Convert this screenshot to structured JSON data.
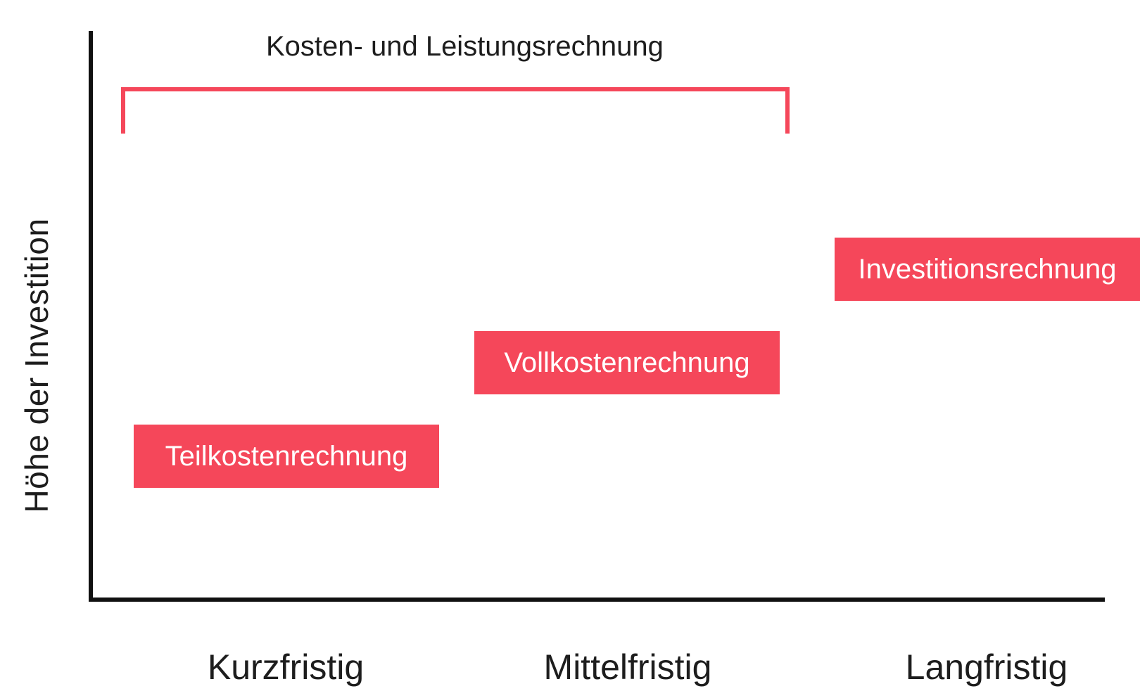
{
  "diagram": {
    "y_axis_label": "Höhe der Investition",
    "x_axis_labels": [
      "Kurzfristig",
      "Mittelfristig",
      "Langfristig"
    ],
    "bracket_label": "Kosten- und Leistungsrechnung",
    "boxes": [
      "Teilkostenrechnung",
      "Vollkostenrechnung",
      "Investitionsrechnung"
    ],
    "colors": {
      "accent": "#f5475a",
      "axis": "#111111",
      "text": "#1d1d1d",
      "box_text": "#ffffff"
    }
  }
}
